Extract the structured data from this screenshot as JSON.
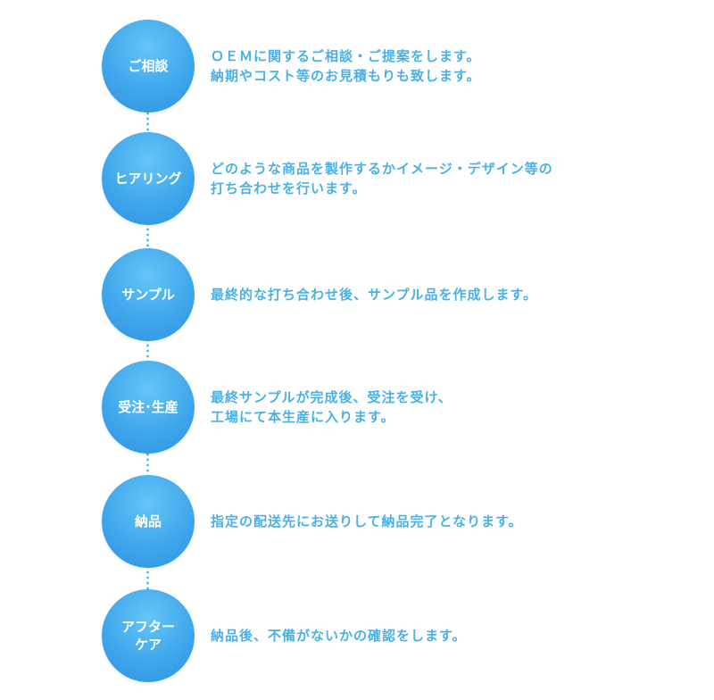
{
  "steps": [
    {
      "label": "ご相談",
      "description": "ＯＥＭに関するご相談・ご提案をします。\n納期やコスト等のお見積もりも致します。"
    },
    {
      "label": "ヒアリング",
      "description": "どのような商品を製作するかイメージ・デザイン等の\n打ち合わせを行います。"
    },
    {
      "label": "サンプル",
      "description": "最終的な打ち合わせ後、サンプル品を作成します。"
    },
    {
      "label": "受注･生産",
      "description": "最終サンプルが完成後、受注を受け、\n工場にて本生産に入ります。"
    },
    {
      "label": "納品",
      "description": "指定の配送先にお送りして納品完了となります。"
    },
    {
      "label": "アフター\nケア",
      "description": "納品後、不備がないかの確認をします。"
    }
  ],
  "colors": {
    "circle": "#3fa7ec",
    "text": "#49b1e8",
    "connector": "#56b6e8"
  }
}
